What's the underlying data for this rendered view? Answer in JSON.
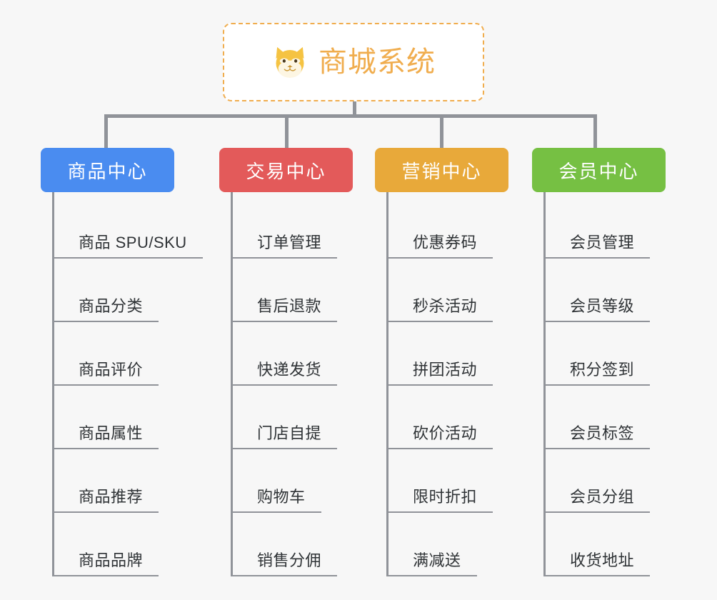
{
  "page": {
    "background_color": "#f7f7f7",
    "type": "mind-map"
  },
  "root": {
    "title": "商城系统",
    "icon": "shiba-dog-face-icon",
    "border_color": "#f0ad4e",
    "text_color": "#f0ad4e",
    "background_color": "#ffffff"
  },
  "connector": {
    "color": "#909399"
  },
  "branches": [
    {
      "label": "商品中心",
      "color": "#4a8cf0",
      "items": [
        {
          "label": "商品 SPU/SKU"
        },
        {
          "label": "商品分类"
        },
        {
          "label": "商品评价"
        },
        {
          "label": "商品属性"
        },
        {
          "label": "商品推荐"
        },
        {
          "label": "商品品牌"
        }
      ]
    },
    {
      "label": "交易中心",
      "color": "#e35a5a",
      "items": [
        {
          "label": "订单管理"
        },
        {
          "label": "售后退款"
        },
        {
          "label": "快递发货"
        },
        {
          "label": "门店自提"
        },
        {
          "label": "购物车"
        },
        {
          "label": "销售分佣"
        }
      ]
    },
    {
      "label": "营销中心",
      "color": "#e8a93a",
      "items": [
        {
          "label": "优惠券码"
        },
        {
          "label": "秒杀活动"
        },
        {
          "label": "拼团活动"
        },
        {
          "label": "砍价活动"
        },
        {
          "label": "限时折扣"
        },
        {
          "label": "满减送"
        }
      ]
    },
    {
      "label": "会员中心",
      "color": "#76c043",
      "items": [
        {
          "label": "会员管理"
        },
        {
          "label": "会员等级"
        },
        {
          "label": "积分签到"
        },
        {
          "label": "会员标签"
        },
        {
          "label": "会员分组"
        },
        {
          "label": "收货地址"
        }
      ]
    }
  ]
}
